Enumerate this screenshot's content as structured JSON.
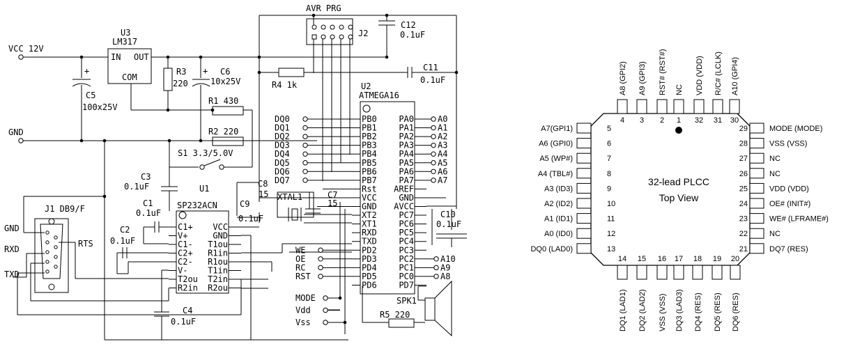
{
  "schematic": {
    "labels": {
      "vcc12": "VCC 12V",
      "gnd": "GND",
      "u3_ref": "U3",
      "u3_name": "LM317",
      "u3_in": "IN",
      "u3_out": "OUT",
      "u3_com": "COM",
      "r3": "R3",
      "r3_val": "220",
      "c6": "C6",
      "c6_val": "10x25V",
      "c5": "C5",
      "c5_val": "100x25V",
      "r1": "R1 430",
      "r2": "R2 220",
      "s1": "S1 3.3/5.0V",
      "avr_prg": "AVR PRG",
      "j2": "J2",
      "c12": "C12",
      "c12_val": "0.1uF",
      "r4": "R4 1k",
      "c11": "C11",
      "c11_val": "0.1uF",
      "u2": "U2",
      "u2_name": "ATMEGA16",
      "c3": "C3",
      "c3_val": "0.1uF",
      "u1": "U1",
      "u1_name": "SP232ACN",
      "c1": "C1",
      "c1_val": "0.1uF",
      "c2": "C2",
      "c2_val": "0.1uF",
      "c4": "C4",
      "c4_val": "0.1uF",
      "c8": "C8",
      "c8_val": "15",
      "xtal": "XTAL1",
      "c7": "C7",
      "c7_val": "15",
      "c9": "C9",
      "c9_val": "0.1uF",
      "c10": "C10",
      "c10_val": "0.1uF",
      "j1": "J1 DB9/F",
      "rts": "RTS",
      "spk": "SPK1",
      "r5": "R5 220",
      "gnd_pin": "GND",
      "rxd_pin": "RXD",
      "txd_pin": "TXD"
    },
    "u1_left_pins": [
      "C1+",
      "V+",
      "C1-",
      "C2+",
      "C2-",
      "V-",
      "T2ou",
      "R2in"
    ],
    "u1_right_pins": [
      "VCC",
      "GND",
      "T1ou",
      "R1in",
      "R1ou",
      "T1in",
      "T2in",
      "R2ou"
    ],
    "u2_left_pins": [
      "PB0",
      "PB1",
      "PB2",
      "PB3",
      "PB4",
      "PB5",
      "PB6",
      "PB7",
      "Rst",
      "VCC",
      "GND",
      "XT2",
      "XT1",
      "RXD",
      "TXD",
      "PD2",
      "PD3",
      "PD4",
      "PD5",
      "PD6"
    ],
    "u2_right_pins": [
      "PA0",
      "PA1",
      "PA2",
      "PA3",
      "PA4",
      "PA5",
      "PA6",
      "PA7",
      "AREF",
      "GND",
      "AVCC",
      "PC7",
      "PC6",
      "PC5",
      "PC4",
      "PC3",
      "PC2",
      "PC1",
      "PC0",
      "PD7"
    ],
    "dq_signals": [
      "DQ0",
      "DQ1",
      "DQ2",
      "DQ3",
      "DQ4",
      "DQ5",
      "DQ6",
      "DQ7"
    ],
    "a_signals": [
      "A0",
      "A1",
      "A2",
      "A3",
      "A4",
      "A5",
      "A6",
      "A7"
    ],
    "ctrl_signals": [
      "WE",
      "OE",
      "RC",
      "RST"
    ],
    "pc_signals": [
      "A10",
      "A9",
      "A8"
    ],
    "bottom_signals": [
      "MODE",
      "Vdd",
      "Vss"
    ]
  },
  "plcc": {
    "title_line1": "32-lead PLCC",
    "title_line2": "Top View",
    "top_pins": [
      {
        "num": "4",
        "label": "A8 (GPI2)"
      },
      {
        "num": "3",
        "label": "A9 (GPI3)"
      },
      {
        "num": "2",
        "label": "RST# (RST#)"
      },
      {
        "num": "1",
        "label": "NC"
      },
      {
        "num": "32",
        "label": "VDD (VDD)"
      },
      {
        "num": "31",
        "label": "R/C# (LCLK)"
      },
      {
        "num": "30",
        "label": "A10 (GPI4)"
      }
    ],
    "left_pins": [
      {
        "num": "5",
        "label": "A7(GPI1)"
      },
      {
        "num": "6",
        "label": "A6 (GPI0)"
      },
      {
        "num": "7",
        "label": "A5 (WP#)"
      },
      {
        "num": "8",
        "label": "A4 (TBL#)"
      },
      {
        "num": "9",
        "label": "A3 (ID3)"
      },
      {
        "num": "10",
        "label": "A2 (ID2)"
      },
      {
        "num": "11",
        "label": "A1 (ID1)"
      },
      {
        "num": "12",
        "label": "A0 (ID0)"
      },
      {
        "num": "13",
        "label": "DQ0 (LAD0)"
      }
    ],
    "right_pins": [
      {
        "num": "29",
        "label": "MODE (MODE)"
      },
      {
        "num": "28",
        "label": "VSS (VSS)"
      },
      {
        "num": "27",
        "label": "NC"
      },
      {
        "num": "26",
        "label": "NC"
      },
      {
        "num": "25",
        "label": "VDD (VDD)"
      },
      {
        "num": "24",
        "label": "OE# (INIT#)"
      },
      {
        "num": "23",
        "label": "WE# (LFRAME#)"
      },
      {
        "num": "22",
        "label": "NC"
      },
      {
        "num": "21",
        "label": "DQ7 (RES)"
      }
    ],
    "bottom_pins": [
      {
        "num": "14",
        "label": "DQ1 (LAD1)"
      },
      {
        "num": "15",
        "label": "DQ2 (LAD2)"
      },
      {
        "num": "16",
        "label": "VSS (VSS)"
      },
      {
        "num": "17",
        "label": "DQ3 (LAD3)"
      },
      {
        "num": "18",
        "label": "DQ4 (RES)"
      },
      {
        "num": "19",
        "label": "DQ5 (RES)"
      },
      {
        "num": "20",
        "label": "DQ6 (RES)"
      }
    ]
  }
}
